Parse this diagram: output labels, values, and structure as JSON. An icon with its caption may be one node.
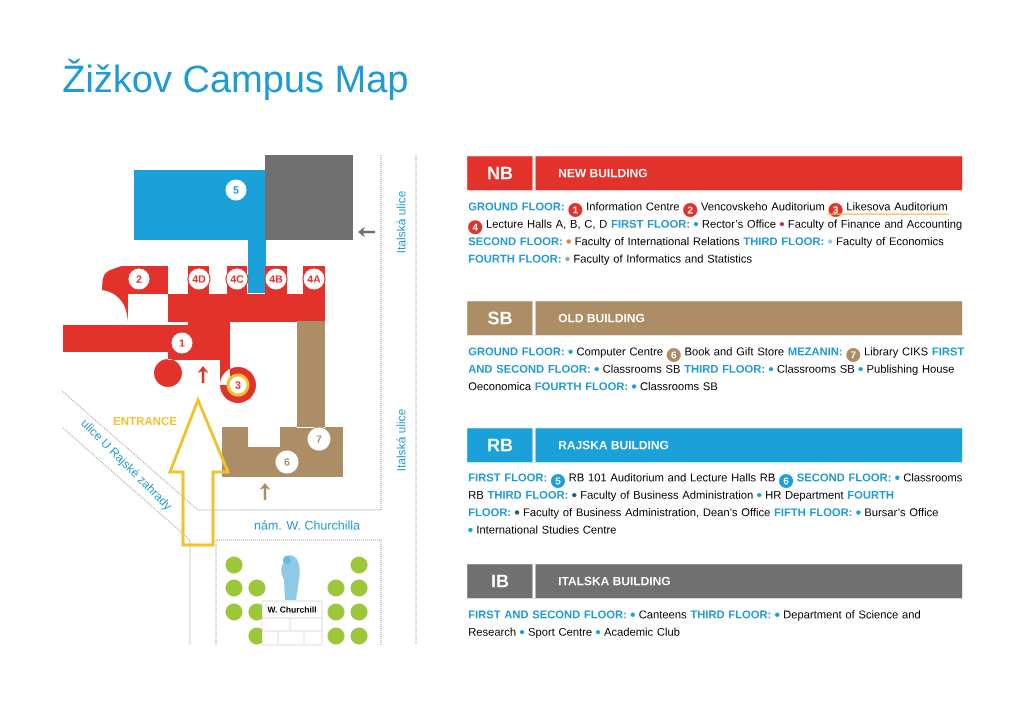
{
  "diagram": {
    "title": "Žižkov Campus Map",
    "nodes": [
      {
        "text": [],
        "shape": "box"
      },
      {
        "text": [
          "5"
        ],
        "in": 0
      },
      {
        "text": [],
        "shape": "box"
      },
      {
        "text": [],
        "shape": "box"
      },
      {
        "text": [
          "2"
        ],
        "in": 3
      },
      {
        "text": [
          "4D"
        ]
      },
      {
        "text": [
          "4C"
        ]
      },
      {
        "text": [
          "4B"
        ],
        "in": 3
      },
      {
        "text": [
          "4A"
        ],
        "in": 3
      },
      {
        "text": [
          "1"
        ],
        "in": 3
      },
      {
        "text": [
          "3"
        ]
      },
      {
        "text": [],
        "shape": "box"
      },
      {
        "text": [
          "7"
        ],
        "in": 11
      },
      {
        "text": [
          "6"
        ],
        "in": 11
      },
      {
        "text": [
          "NB",
          "NEW BUILDING"
        ]
      },
      {
        "text": [
          "SB",
          "OLD BUILDING"
        ]
      },
      {
        "text": [
          "RB",
          "RAJSKA BUILDING"
        ]
      },
      {
        "text": [
          "IB",
          "ITALSKA BUILDING"
        ]
      }
    ],
    "labels": [
      "Italská ulice",
      "ENTRANCE",
      "ulice U Rajské zahrady",
      "Italská ulice",
      "nám. W. Churchilla",
      "W. Churchill",
      "GROUND FLOOR:",
      "1",
      "Information Centre",
      "2",
      "Vencovskeho Auditorium",
      "3",
      "Likesova Auditorium",
      "4",
      "Lecture Halls A, B, C, D",
      "FIRST FLOOR:",
      "Rector’s Office",
      "Faculty of Finance and Accounting",
      "SECOND FLOOR:",
      "Faculty of International Relations",
      "THIRD FLOOR:",
      "Faculty of Economics",
      "FOURTH FLOOR:",
      "Faculty of Informatics and Statistics",
      "GROUND FLOOR:",
      "Computer Centre",
      "6",
      "Book and Gift Store",
      "MEZANIN:",
      "7",
      "Library CIKS",
      "FIRST AND SECOND FLOOR:",
      "Classrooms SB",
      "THIRD FLOOR:",
      "Classrooms SB",
      "Publishing House Oeconomica",
      "FOURTH FLOOR:",
      "Classrooms SB",
      "FIRST FLOOR:",
      "5",
      "RB 101 Auditorium and Lecture Halls RB",
      "6",
      "SECOND FLOOR:",
      "Classrooms RB",
      "THIRD FLOOR:",
      "Faculty of Business Administration",
      "HR Department",
      "FOURTH FLOOR:",
      "Faculty of Business Administration, Dean’s Office",
      "FIFTH FLOOR:",
      "Bursar’s Office",
      "International Studies Centre",
      "FIRST AND SECOND FLOOR:",
      "Canteens",
      "THIRD FLOOR:",
      "Department of Science and Research",
      "Sport Centre",
      "Academic Club"
    ]
  }
}
